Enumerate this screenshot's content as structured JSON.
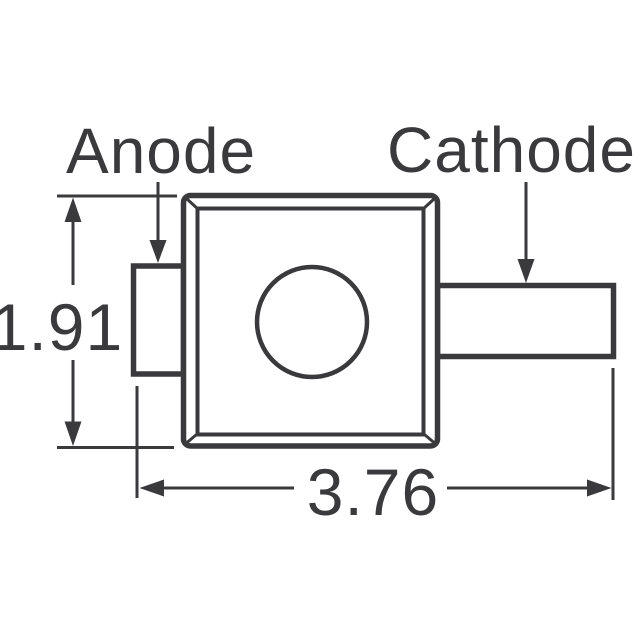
{
  "canvas": {
    "background_color": "#ffffff",
    "line_color": "#3a3a3c"
  },
  "diagram": {
    "labels": {
      "anode": "Anode",
      "cathode": "Cathode"
    },
    "dimensions": {
      "body_height": "1.91",
      "overall_width": "3.76"
    }
  }
}
